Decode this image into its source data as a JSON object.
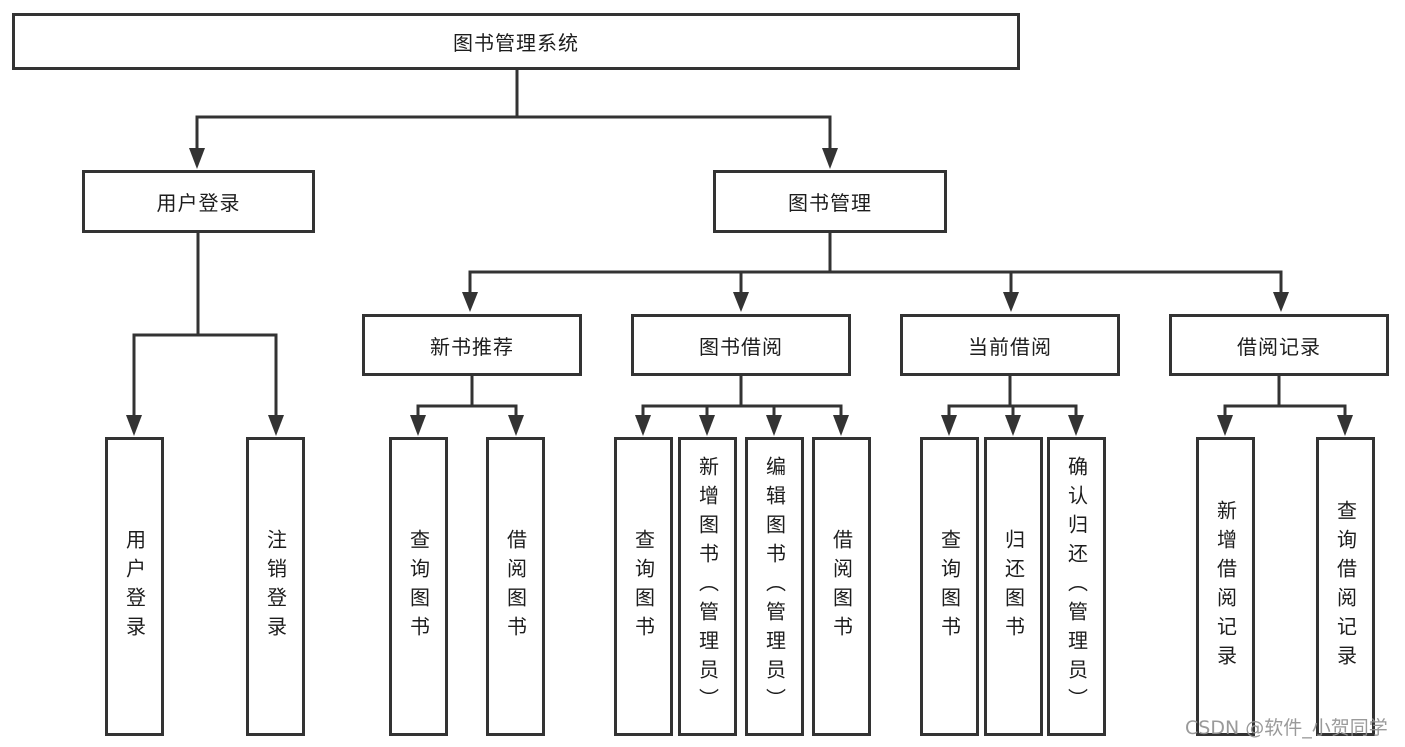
{
  "diagram": {
    "root": {
      "label": "图书管理系统"
    },
    "children": [
      {
        "label": "用户登录",
        "children": [
          {
            "label": "用户登录"
          },
          {
            "label": "注销登录"
          }
        ]
      },
      {
        "label": "图书管理",
        "children": [
          {
            "label": "新书推荐",
            "children": [
              {
                "label": "查询图书"
              },
              {
                "label": "借阅图书"
              }
            ]
          },
          {
            "label": "图书借阅",
            "children": [
              {
                "label": "查询图书"
              },
              {
                "label": "新增图书（管理员）"
              },
              {
                "label": "编辑图书（管理员）"
              },
              {
                "label": "借阅图书"
              }
            ]
          },
          {
            "label": "当前借阅",
            "children": [
              {
                "label": "查询图书"
              },
              {
                "label": "归还图书"
              },
              {
                "label": "确认归还（管理员）"
              }
            ]
          },
          {
            "label": "借阅记录",
            "children": [
              {
                "label": "新增借阅记录"
              },
              {
                "label": "查询借阅记录"
              }
            ]
          }
        ]
      }
    ]
  },
  "watermark": {
    "text": "CSDN @软件_小贺同学"
  },
  "colors": {
    "line": "#333333",
    "box_border": "#333333",
    "text": "#1d1d1d",
    "watermark": "#919191",
    "background": "#ffffff"
  }
}
